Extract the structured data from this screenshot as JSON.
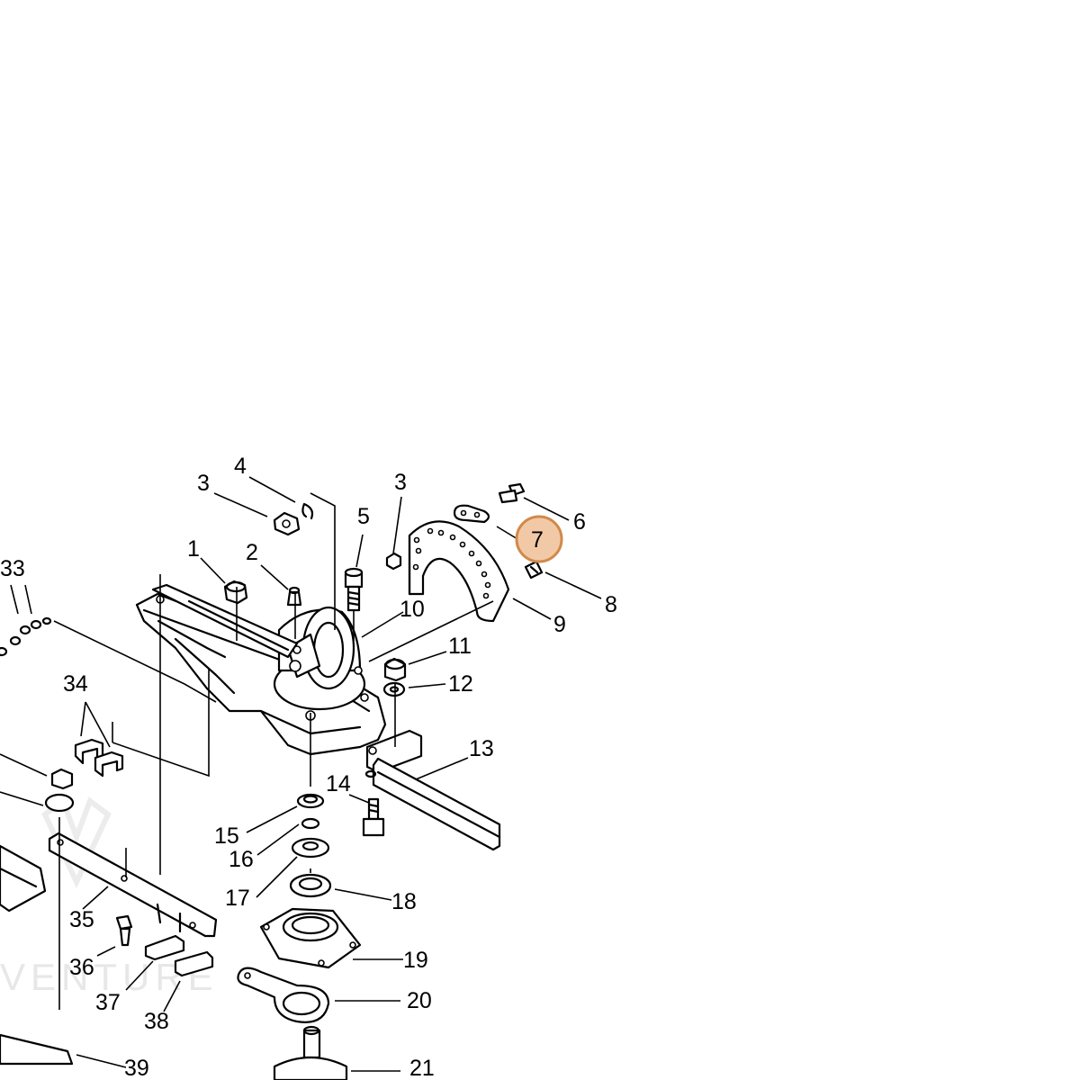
{
  "diagram": {
    "highlight_color": "#f2c9a6",
    "highlight_stroke": "#d08a4a",
    "highlighted_part": "7",
    "watermark_text": "VENTURE",
    "callouts": [
      "1",
      "2",
      "3",
      "3",
      "4",
      "5",
      "6",
      "7",
      "8",
      "9",
      "10",
      "11",
      "12",
      "13",
      "14",
      "15",
      "16",
      "17",
      "18",
      "19",
      "20",
      "21",
      "33",
      "34",
      "35",
      "36",
      "37",
      "38",
      "39"
    ]
  }
}
